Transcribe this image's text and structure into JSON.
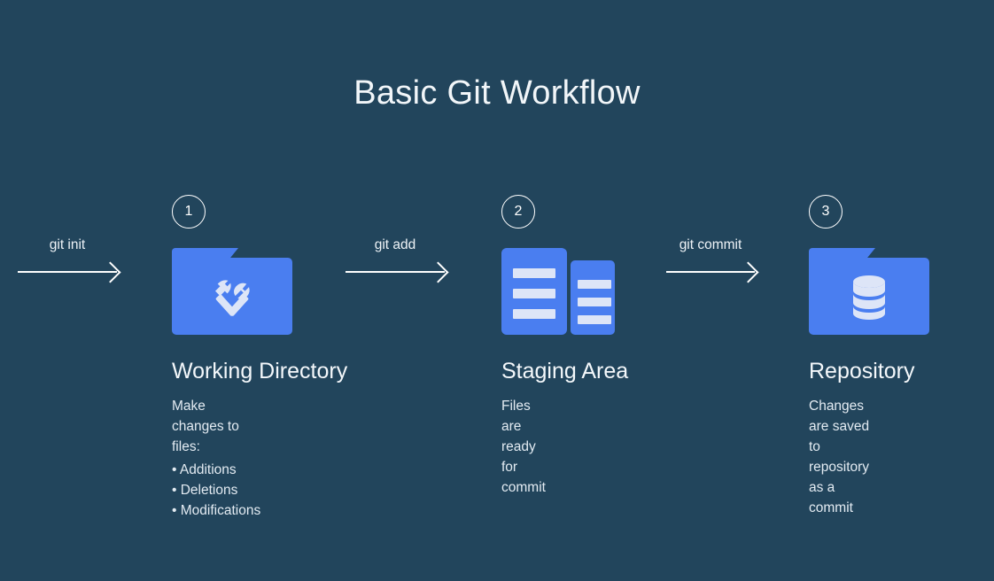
{
  "title": "Basic Git Workflow",
  "colors": {
    "background": "#22455c",
    "accent_blue": "#4a7ef0",
    "icon_light": "#dde5f7",
    "text": "#f2f6f9"
  },
  "arrows": [
    {
      "label": "git init"
    },
    {
      "label": "git add"
    },
    {
      "label": "git commit"
    }
  ],
  "stages": [
    {
      "number": "1",
      "heading": "Working Directory",
      "icon": "folder-tools-icon",
      "desc_lead": "Make changes to files:",
      "bullets": [
        "• Additions",
        "• Deletions",
        "• Modifications"
      ]
    },
    {
      "number": "2",
      "heading": "Staging Area",
      "icon": "staged-files-icon",
      "desc_lead": "Files are ready for commit",
      "bullets": []
    },
    {
      "number": "3",
      "heading": "Repository",
      "icon": "folder-database-icon",
      "desc_lead": "Changes are saved to",
      "desc_line2": "repository as a commit",
      "bullets": []
    }
  ]
}
